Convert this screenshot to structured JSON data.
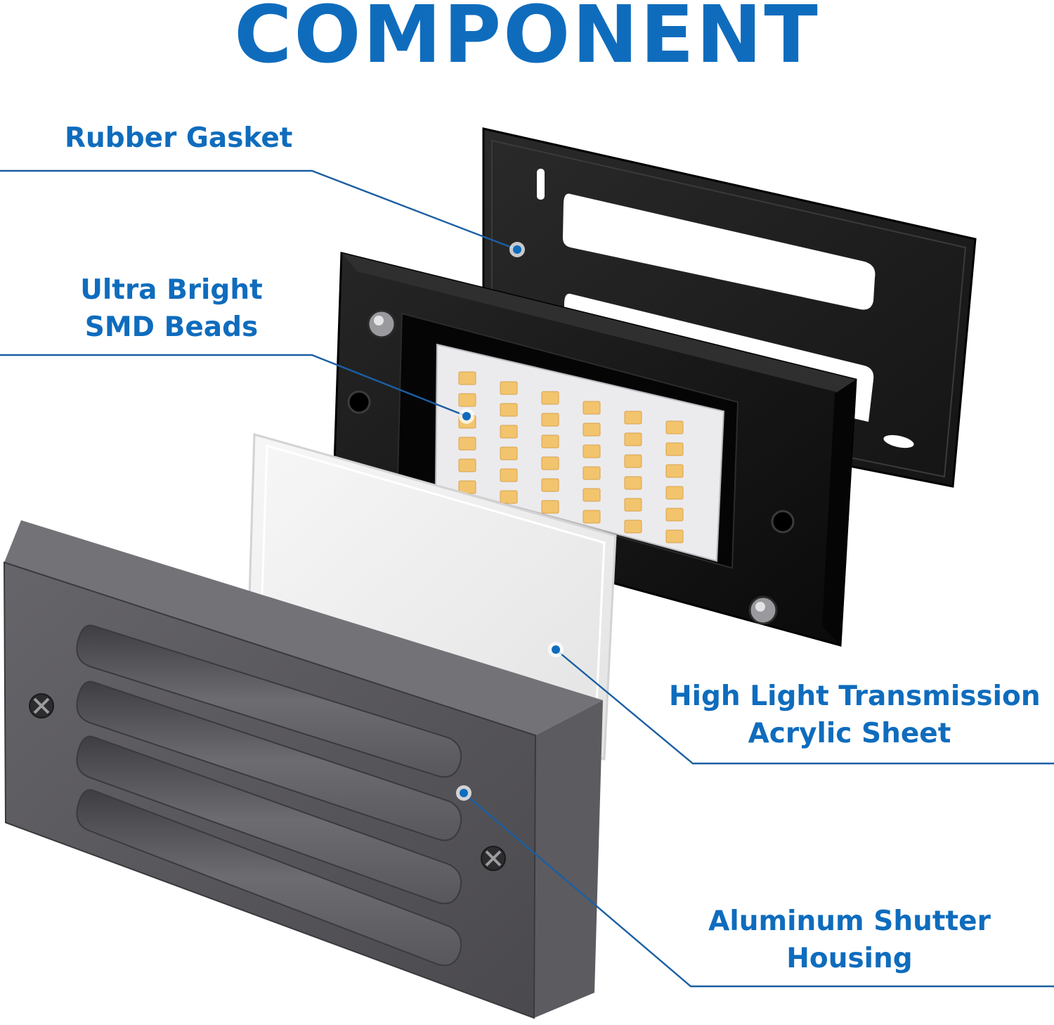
{
  "title": "COMPONENT",
  "colors": {
    "brand_blue": "#0f6cbd",
    "callout_line": "#1a5fa3",
    "gasket": "#1b1b1b",
    "housing": "#111111",
    "led_bead": "#f2c46d",
    "acrylic": "#eeeeee",
    "shutter": "#555458"
  },
  "callouts": [
    {
      "id": "rubber-gasket",
      "lines": [
        "Rubber Gasket"
      ]
    },
    {
      "id": "smd-beads",
      "lines": [
        "Ultra Bright",
        "SMD Beads"
      ]
    },
    {
      "id": "acrylic-sheet",
      "lines": [
        "High Light Transmission",
        "Acrylic Sheet"
      ]
    },
    {
      "id": "shutter-housing",
      "lines": [
        "Aluminum Shutter",
        "Housing"
      ]
    }
  ],
  "led_grid": {
    "columns": 6,
    "rows": 6
  }
}
